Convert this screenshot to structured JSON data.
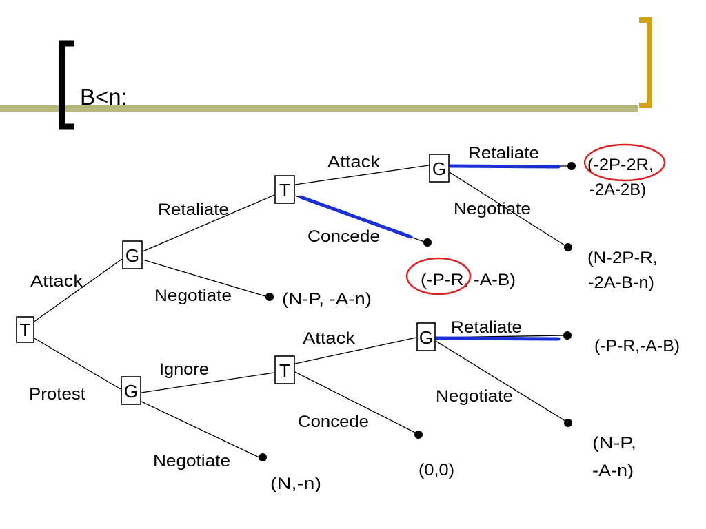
{
  "slide": {
    "title": "B<n:",
    "accent_color": "#b8b87a",
    "bracket_left_color": "#000000",
    "bracket_right_color": "#d4a017"
  },
  "tree": {
    "nodes": {
      "root": "T",
      "g_attack": "G",
      "g_protest": "G",
      "t_retaliate": "T",
      "t_ignore": "T",
      "g_upper": "G",
      "g_lower": "G"
    },
    "edges": {
      "attack": "Attack",
      "protest": "Protest",
      "retaliate_1": "Retaliate",
      "negotiate_1": "Negotiate",
      "ignore": "Ignore",
      "negotiate_2": "Negotiate",
      "attack_upper": "Attack",
      "concede_upper": "Concede",
      "attack_lower": "Attack",
      "concede_lower": "Concede",
      "retaliate_upper": "Retaliate",
      "negotiate_upper": "Negotiate",
      "retaliate_lower": "Retaliate",
      "negotiate_lower": "Negotiate"
    },
    "payoffs": {
      "neg1": "(N-P, -A-n)",
      "neg2": "(N,-n)",
      "concede_upper": "(-P-R, -A-B)",
      "concede_lower": "(0,0)",
      "ret_upper_line1": "(-2P-2R,",
      "ret_upper_line2": "-2A-2B)",
      "neg_upper_line1": "(N-2P-R,",
      "neg_upper_line2": "-2A-B-n)",
      "ret_lower": "(-P-R,-A-B)",
      "neg_lower_line1": "(N-P,",
      "neg_lower_line2": "-A-n)"
    },
    "highlight_color": "#1a2fd6",
    "circle_color": "#e02020"
  }
}
